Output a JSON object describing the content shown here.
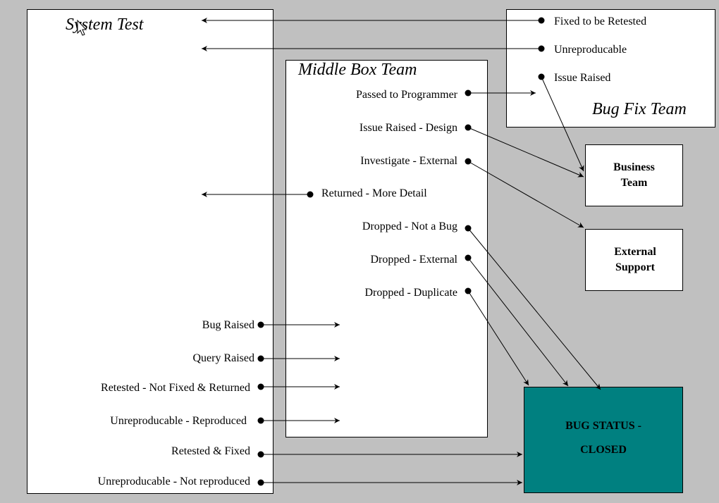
{
  "colors": {
    "background": "#c0c0c0",
    "box": "#ffffff",
    "closed_box": "#008080"
  },
  "system_test": {
    "title": "System Test",
    "outputs": [
      "Bug Raised",
      "Query Raised",
      "Retested - Not Fixed & Returned",
      "Unreproducable - Reproduced",
      "Retested & Fixed",
      "Unreproducable - Not reproduced"
    ]
  },
  "middle_box_team": {
    "title": "Middle Box Team",
    "items": [
      "Passed to Programmer",
      "Issue Raised - Design",
      "Investigate - External",
      "Returned - More Detail",
      "Dropped - Not a Bug",
      "Dropped - External",
      "Dropped - Duplicate"
    ]
  },
  "bug_fix_team": {
    "title": "Bug Fix Team",
    "items": [
      "Fixed to be Retested",
      "Unreproducable",
      "Issue Raised"
    ]
  },
  "business_team": {
    "line1": "Business",
    "line2": "Team"
  },
  "external_support": {
    "line1": "External",
    "line2": "Support"
  },
  "bug_status": {
    "line1": "BUG STATUS  -",
    "line2": "CLOSED"
  }
}
